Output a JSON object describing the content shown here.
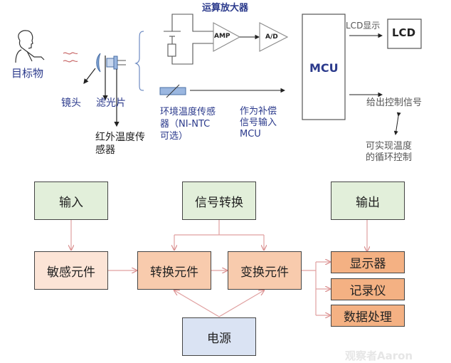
{
  "top_diagram": {
    "target_label": "目标物",
    "lens_label": "镜头",
    "filter_label": "滤光片",
    "ir_sensor_label": "红外温度传感器",
    "ir_sensor_label_line1": "红外温度传",
    "ir_sensor_label_line2": "感器",
    "opamp_title": "运算放大器",
    "amp_label": "AMP",
    "adc_label": "A/D",
    "ambient_sensor_line1": "环境温度传感",
    "ambient_sensor_line2": "器（NI-NTC",
    "ambient_sensor_line3": "可选）",
    "compensation_line1": "作为补偿",
    "compensation_line2": "信号输入",
    "compensation_line3": "MCU",
    "mcu_label": "MCU",
    "lcd_display_label": "LCD显示",
    "lcd_label": "LCD",
    "control_signal_label": "给出控制信号",
    "loop_control_line1": "可实现温度",
    "loop_control_line2": "的循环控制"
  },
  "block_diagram": {
    "input": "输入",
    "signal_conversion": "信号转换",
    "output": "输出",
    "sensitive_element": "敏感元件",
    "conversion_element": "转换元件",
    "transform_element": "变换元件",
    "display": "显示器",
    "recorder": "记录仪",
    "data_processing": "数据处理",
    "power": "电源"
  },
  "watermark": "观察者Aaron",
  "colors": {
    "green": "#e2efda",
    "peach_light": "#fce4d6",
    "peach": "#f8cbad",
    "peach_dark": "#f4b183",
    "power_blue": "#dae3f3",
    "connector": "#e0a0a0",
    "label_blue": "#2b3a8c"
  }
}
